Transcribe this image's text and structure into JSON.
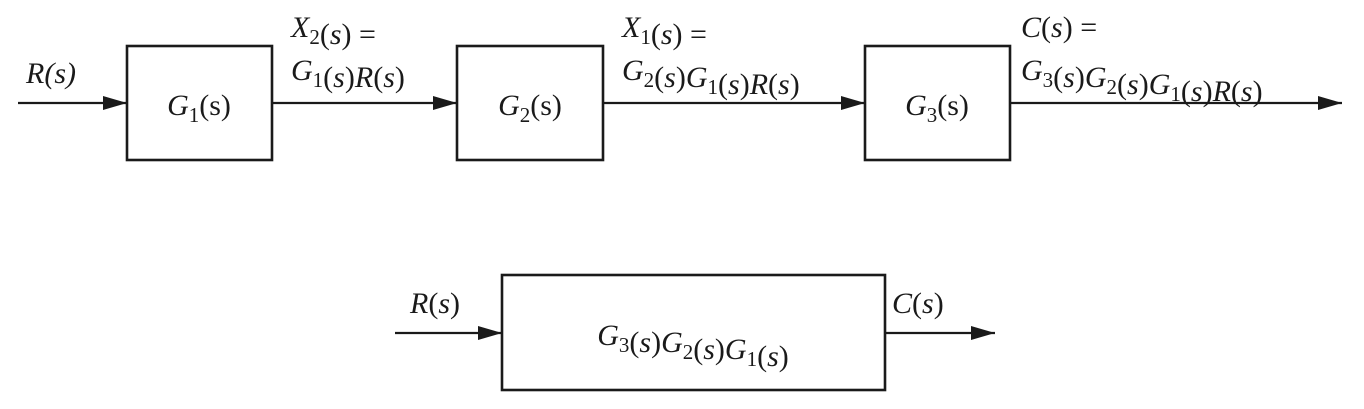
{
  "top": {
    "input_signal": "R(s)",
    "blocks": [
      {
        "name": "G",
        "sub": "1",
        "arg": "(s)"
      },
      {
        "name": "G",
        "sub": "2",
        "arg": "(s)"
      },
      {
        "name": "G",
        "sub": "3",
        "arg": "(s)"
      }
    ],
    "x2_label": {
      "line1": "X2(s) =",
      "line2": "G1(s)R(s)"
    },
    "x1_label": {
      "line1": "X1(s) =",
      "line2": "G2(s)G1(s)R(s)"
    },
    "c_label": {
      "line1": "C(s) =",
      "line2": "G3(s)G2(s)G1(s)R(s)"
    }
  },
  "bottom": {
    "input_signal": "R(s)",
    "block": "G3(s)G2(s)G1(s)",
    "output_signal": "C(s)"
  }
}
